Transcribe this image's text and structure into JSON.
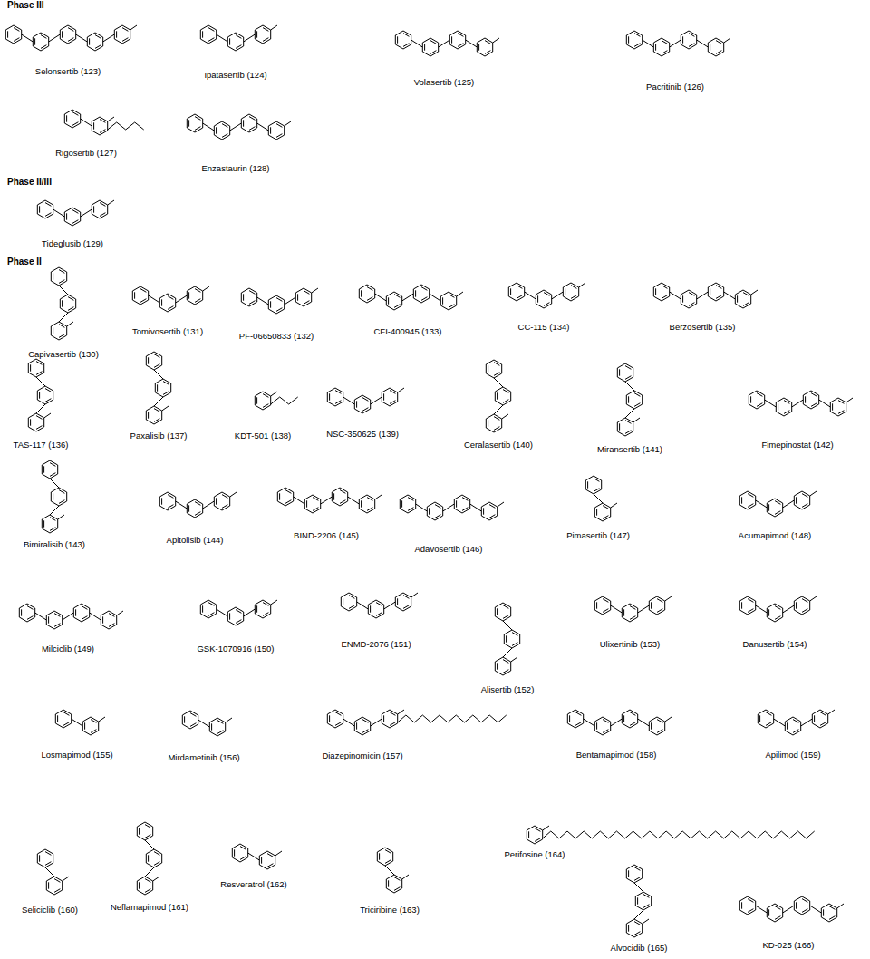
{
  "diagram": {
    "labels": [
      "Phase III",
      "Selonsertib (123)",
      "Ipatasertib (124)",
      "Volasertib (125)",
      "Pacritinib (126)",
      "Rigosertib (127)",
      "Enzastaurin (128)",
      "Phase II/III",
      "Tideglusib (129)",
      "Phase II",
      "Capivasertib (130)",
      "Tomivosertib (131)",
      "PF-06650833 (132)",
      "CFI-400945 (133)",
      "CC-115 (134)",
      "Berzosertib (135)",
      "TAS-117 (136)",
      "Paxalisib (137)",
      "KDT-501 (138)",
      "NSC-350625 (139)",
      "Ceralasertib (140)",
      "Miransertib (141)",
      "Fimepinostat (142)",
      "Bimiralisib (143)",
      "Apitolisib (144)",
      "BIND-2206 (145)",
      "Adavosertib (146)",
      "Pimasertib (147)",
      "Acumapimod (148)",
      "Milciclib (149)",
      "GSK-1070916 (150)",
      "ENMD-2076 (151)",
      "Alisertib (152)",
      "Ulixertinib (153)",
      "Danusertib (154)",
      "Losmapimod (155)",
      "Mirdametinib (156)",
      "Diazepinomicin (157)",
      "Bentamapimod (158)",
      "Apilimod (159)",
      "Seliciclib (160)",
      "Neflamapimod (161)",
      "Resveratrol (162)",
      "Triciribine (163)",
      "Perifosine (164)",
      "Alvocidib (165)",
      "KD-025 (166)"
    ]
  }
}
